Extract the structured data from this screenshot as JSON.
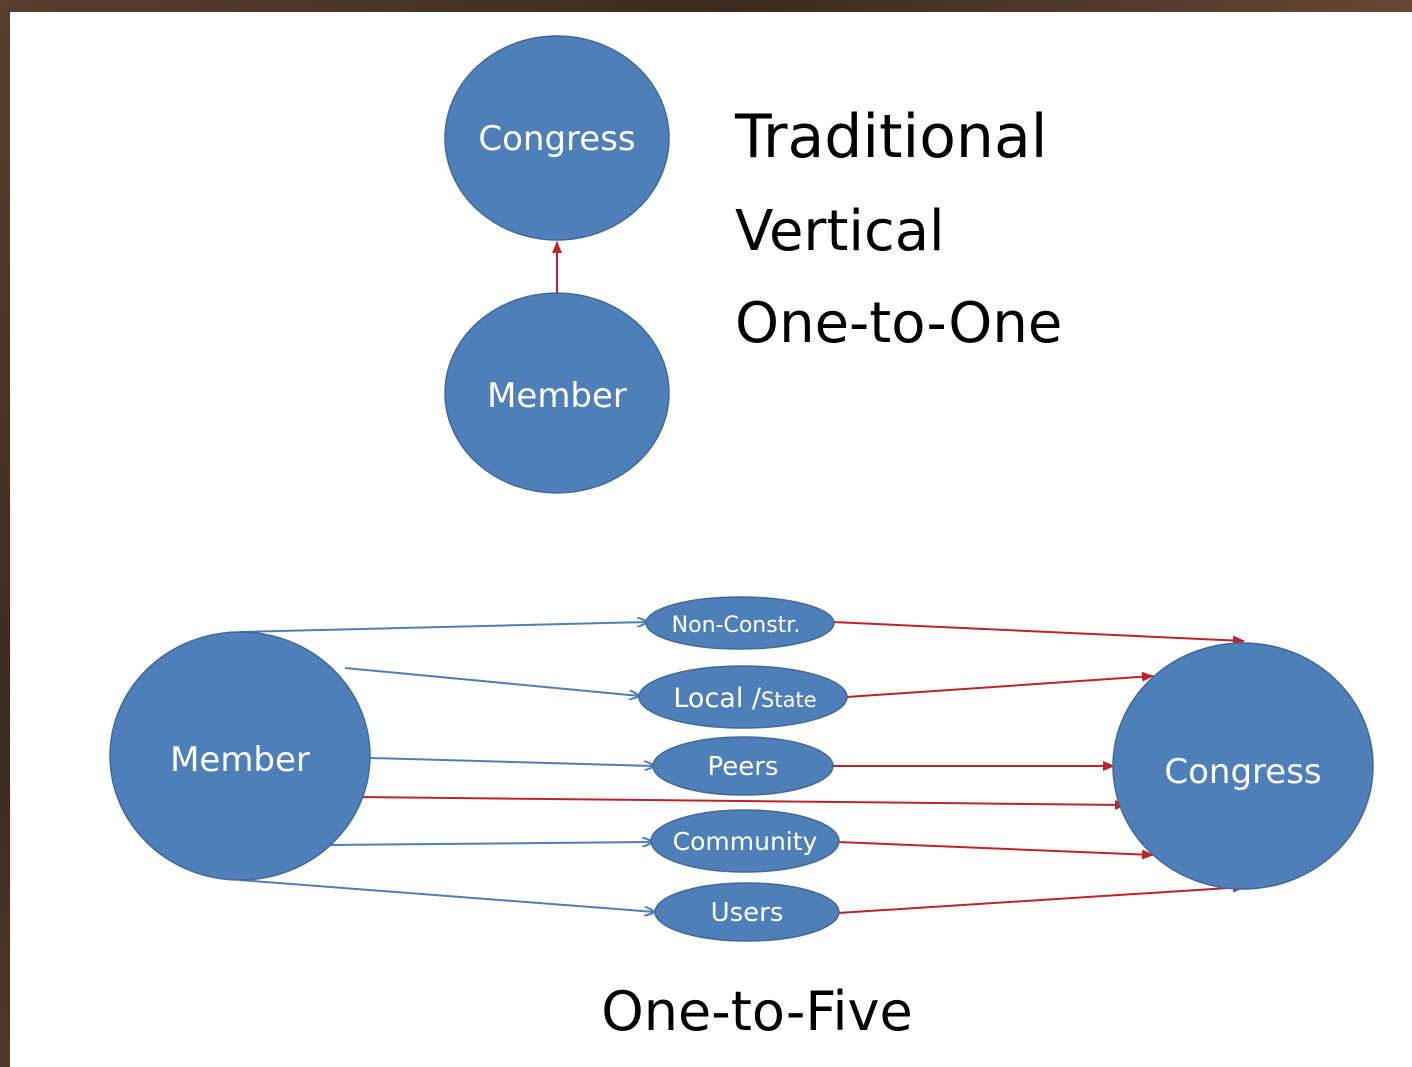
{
  "top": {
    "congress": "Congress",
    "member": "Member",
    "headings": [
      "Traditional",
      "Vertical",
      "One-to-One"
    ]
  },
  "bottom": {
    "member": "Member",
    "congress": "Congress",
    "intermediaries": [
      "Non-Constr.",
      "Local /",
      "State",
      "Peers",
      "Community",
      "Users"
    ],
    "caption": "One-to-Five"
  },
  "colors": {
    "node": "#4f7fb8",
    "arrow_in": "#4f7fb8",
    "arrow_out": "#c0222a",
    "background": "#ffffff"
  }
}
